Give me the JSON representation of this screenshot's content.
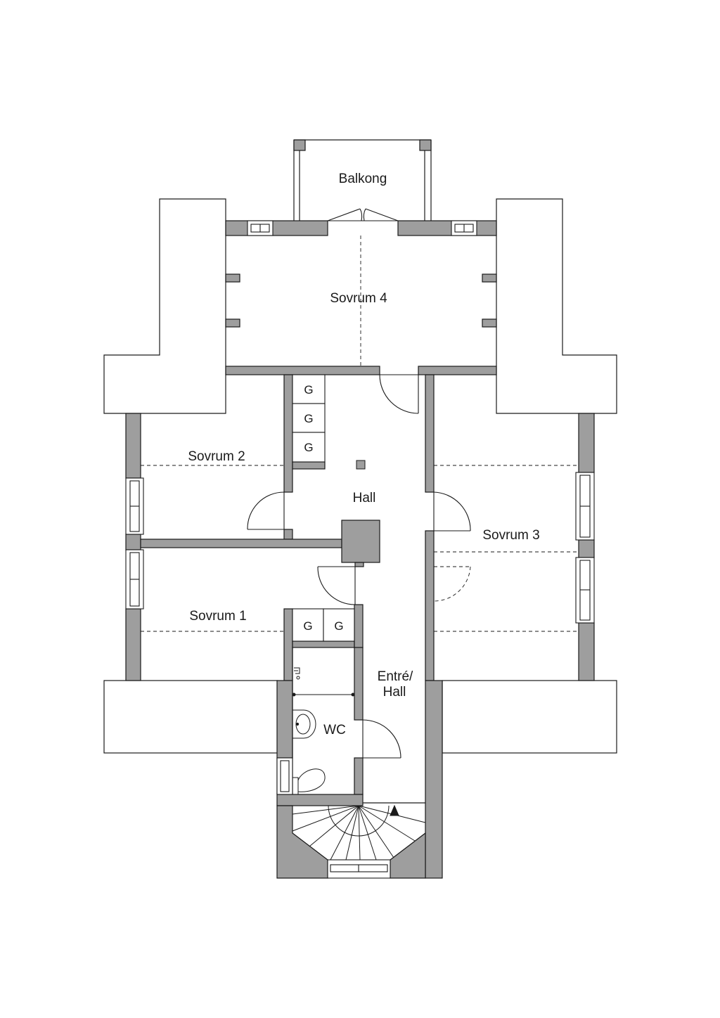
{
  "rooms": {
    "balcony": "Balkong",
    "bedroom4": "Sovrum 4",
    "bedroom2": "Sovrum 2",
    "bedroom3": "Sovrum 3",
    "bedroom1": "Sovrum 1",
    "hall": "Hall",
    "entrance_line1": "Entré/",
    "entrance_line2": "Hall",
    "wc": "WC"
  },
  "closet_mark": "G",
  "colors": {
    "wall": "#9e9e9e",
    "outline": "#1a1a1a",
    "background": "#ffffff"
  }
}
